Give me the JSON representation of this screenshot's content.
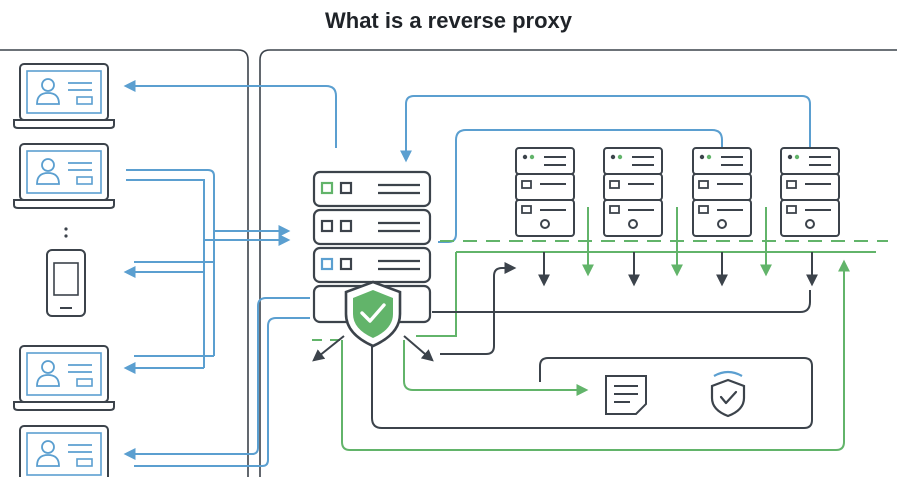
{
  "title": "What is a reverse proxy",
  "client_devices": [
    "laptop",
    "laptop",
    "ellipsis",
    "phone",
    "laptop",
    "laptop"
  ],
  "backend_server_count": 4,
  "proxy_icons": [
    "server-unit-icon",
    "shield-check-icon"
  ],
  "side_panel_icons": [
    "document-icon",
    "shield-check-icon"
  ],
  "colors": {
    "request": "#5b9fd0",
    "response": "#62b46a",
    "traffic": "#3c434b",
    "outline": "#3c434b",
    "status_light": "#62b46a",
    "shield_fill": "#62b46a",
    "background": "#ffffff"
  }
}
